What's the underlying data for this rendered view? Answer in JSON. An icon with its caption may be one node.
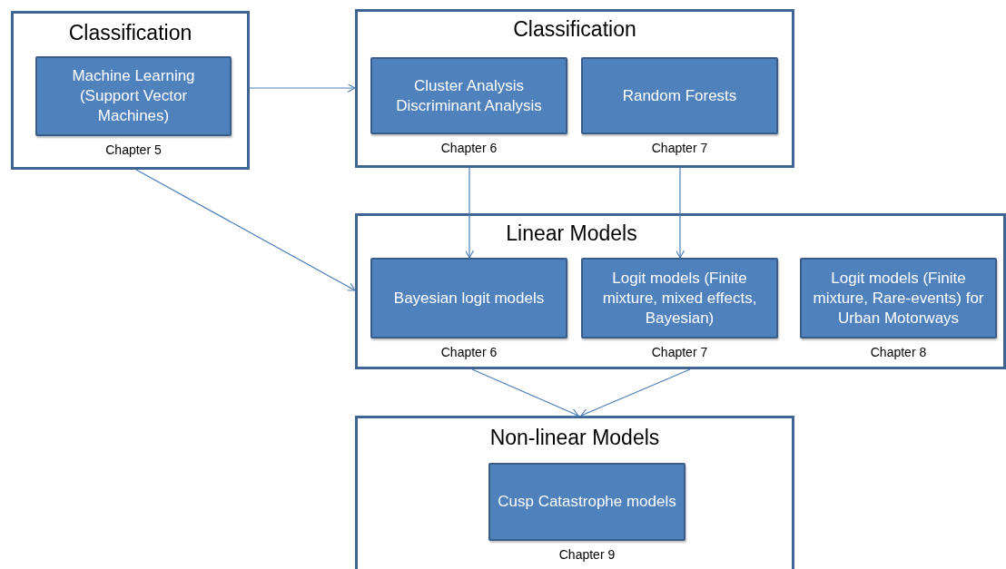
{
  "diagram": {
    "nodes": [
      {
        "text": [
          "Classification"
        ]
      },
      {
        "text": [
          "Machine Learning (Support Vector Machines)"
        ],
        "in": 0,
        "beside": [
          "Chapter 5"
        ]
      },
      {
        "text": [
          "Classification"
        ]
      },
      {
        "text": [
          "Cluster Analysis Discriminant Analysis"
        ],
        "in": 2,
        "beside": [
          "Chapter 6"
        ]
      },
      {
        "text": [
          "Random Forests"
        ],
        "in": 2,
        "beside": [
          "Chapter 7"
        ]
      },
      {
        "text": [
          "Linear Models"
        ]
      },
      {
        "text": [
          "Bayesian logit models"
        ],
        "in": 5,
        "beside": [
          "Chapter 6"
        ]
      },
      {
        "text": [
          "Logit models (Finite mixture, mixed effects, Bayesian)"
        ],
        "in": 5,
        "beside": [
          "Chapter 7"
        ]
      },
      {
        "text": [
          "Logit models (Finite mixture, Rare-events) for Urban Motorways"
        ],
        "in": 5,
        "beside": [
          "Chapter 8"
        ]
      },
      {
        "text": [
          "Non-linear Models"
        ]
      },
      {
        "text": [
          "Cusp Catastrophe models"
        ],
        "in": 9,
        "beside": [
          "Chapter 9"
        ]
      }
    ],
    "edges": [
      {
        "from": 0,
        "to": 2,
        "arrow": "to"
      },
      {
        "from": 0,
        "to": 5,
        "arrow": "to"
      },
      {
        "from": 2,
        "to": 6,
        "arrow": "to"
      },
      {
        "from": 2,
        "to": 7,
        "arrow": "to"
      },
      {
        "from": 5,
        "to": 9,
        "arrow": "to"
      },
      {
        "from": 5,
        "to": 9,
        "arrow": "to"
      }
    ]
  }
}
